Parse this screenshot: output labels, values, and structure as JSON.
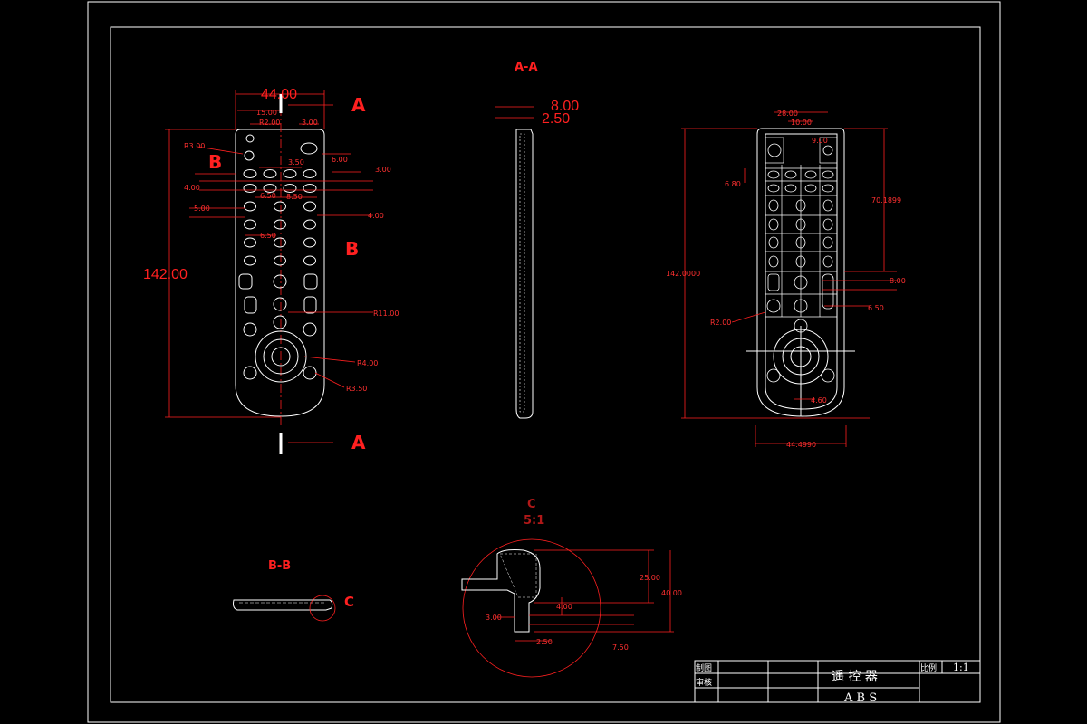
{
  "views": {
    "front": {
      "width_dim": "44.00",
      "height_dim": "142.00",
      "dims": [
        "15.00",
        "R2.00",
        "3.00",
        "R3.00",
        "6.00",
        "3.50",
        "3.00",
        "4.00",
        "6.50",
        "8.50",
        "5.00",
        "4.00",
        "6.50",
        "R11.00",
        "R4.00",
        "R3.50"
      ],
      "section_a": "A",
      "section_b": "B"
    },
    "section_aa": {
      "title": "A-A",
      "dims": [
        "8.00",
        "2.50"
      ]
    },
    "back": {
      "dims": [
        "28.00",
        "10.00",
        "9.00",
        "6.80",
        "70.1899",
        "142.0000",
        "8.00",
        "6.50",
        "R2.00",
        "4.60",
        "44.4990"
      ]
    },
    "section_bb": {
      "title": "B-B",
      "detail_ref": "C"
    },
    "detail_c": {
      "title": "C",
      "scale": "5:1",
      "dims": [
        "25.00",
        "40.00",
        "4.00",
        "3.00",
        "7.50",
        "2.50"
      ]
    }
  },
  "title_block": {
    "drawn_label": "制图",
    "checked_label": "审核",
    "part_name": "遥  控  器",
    "material": "A B S",
    "scale_label": "比例",
    "scale_value": "1:1"
  }
}
